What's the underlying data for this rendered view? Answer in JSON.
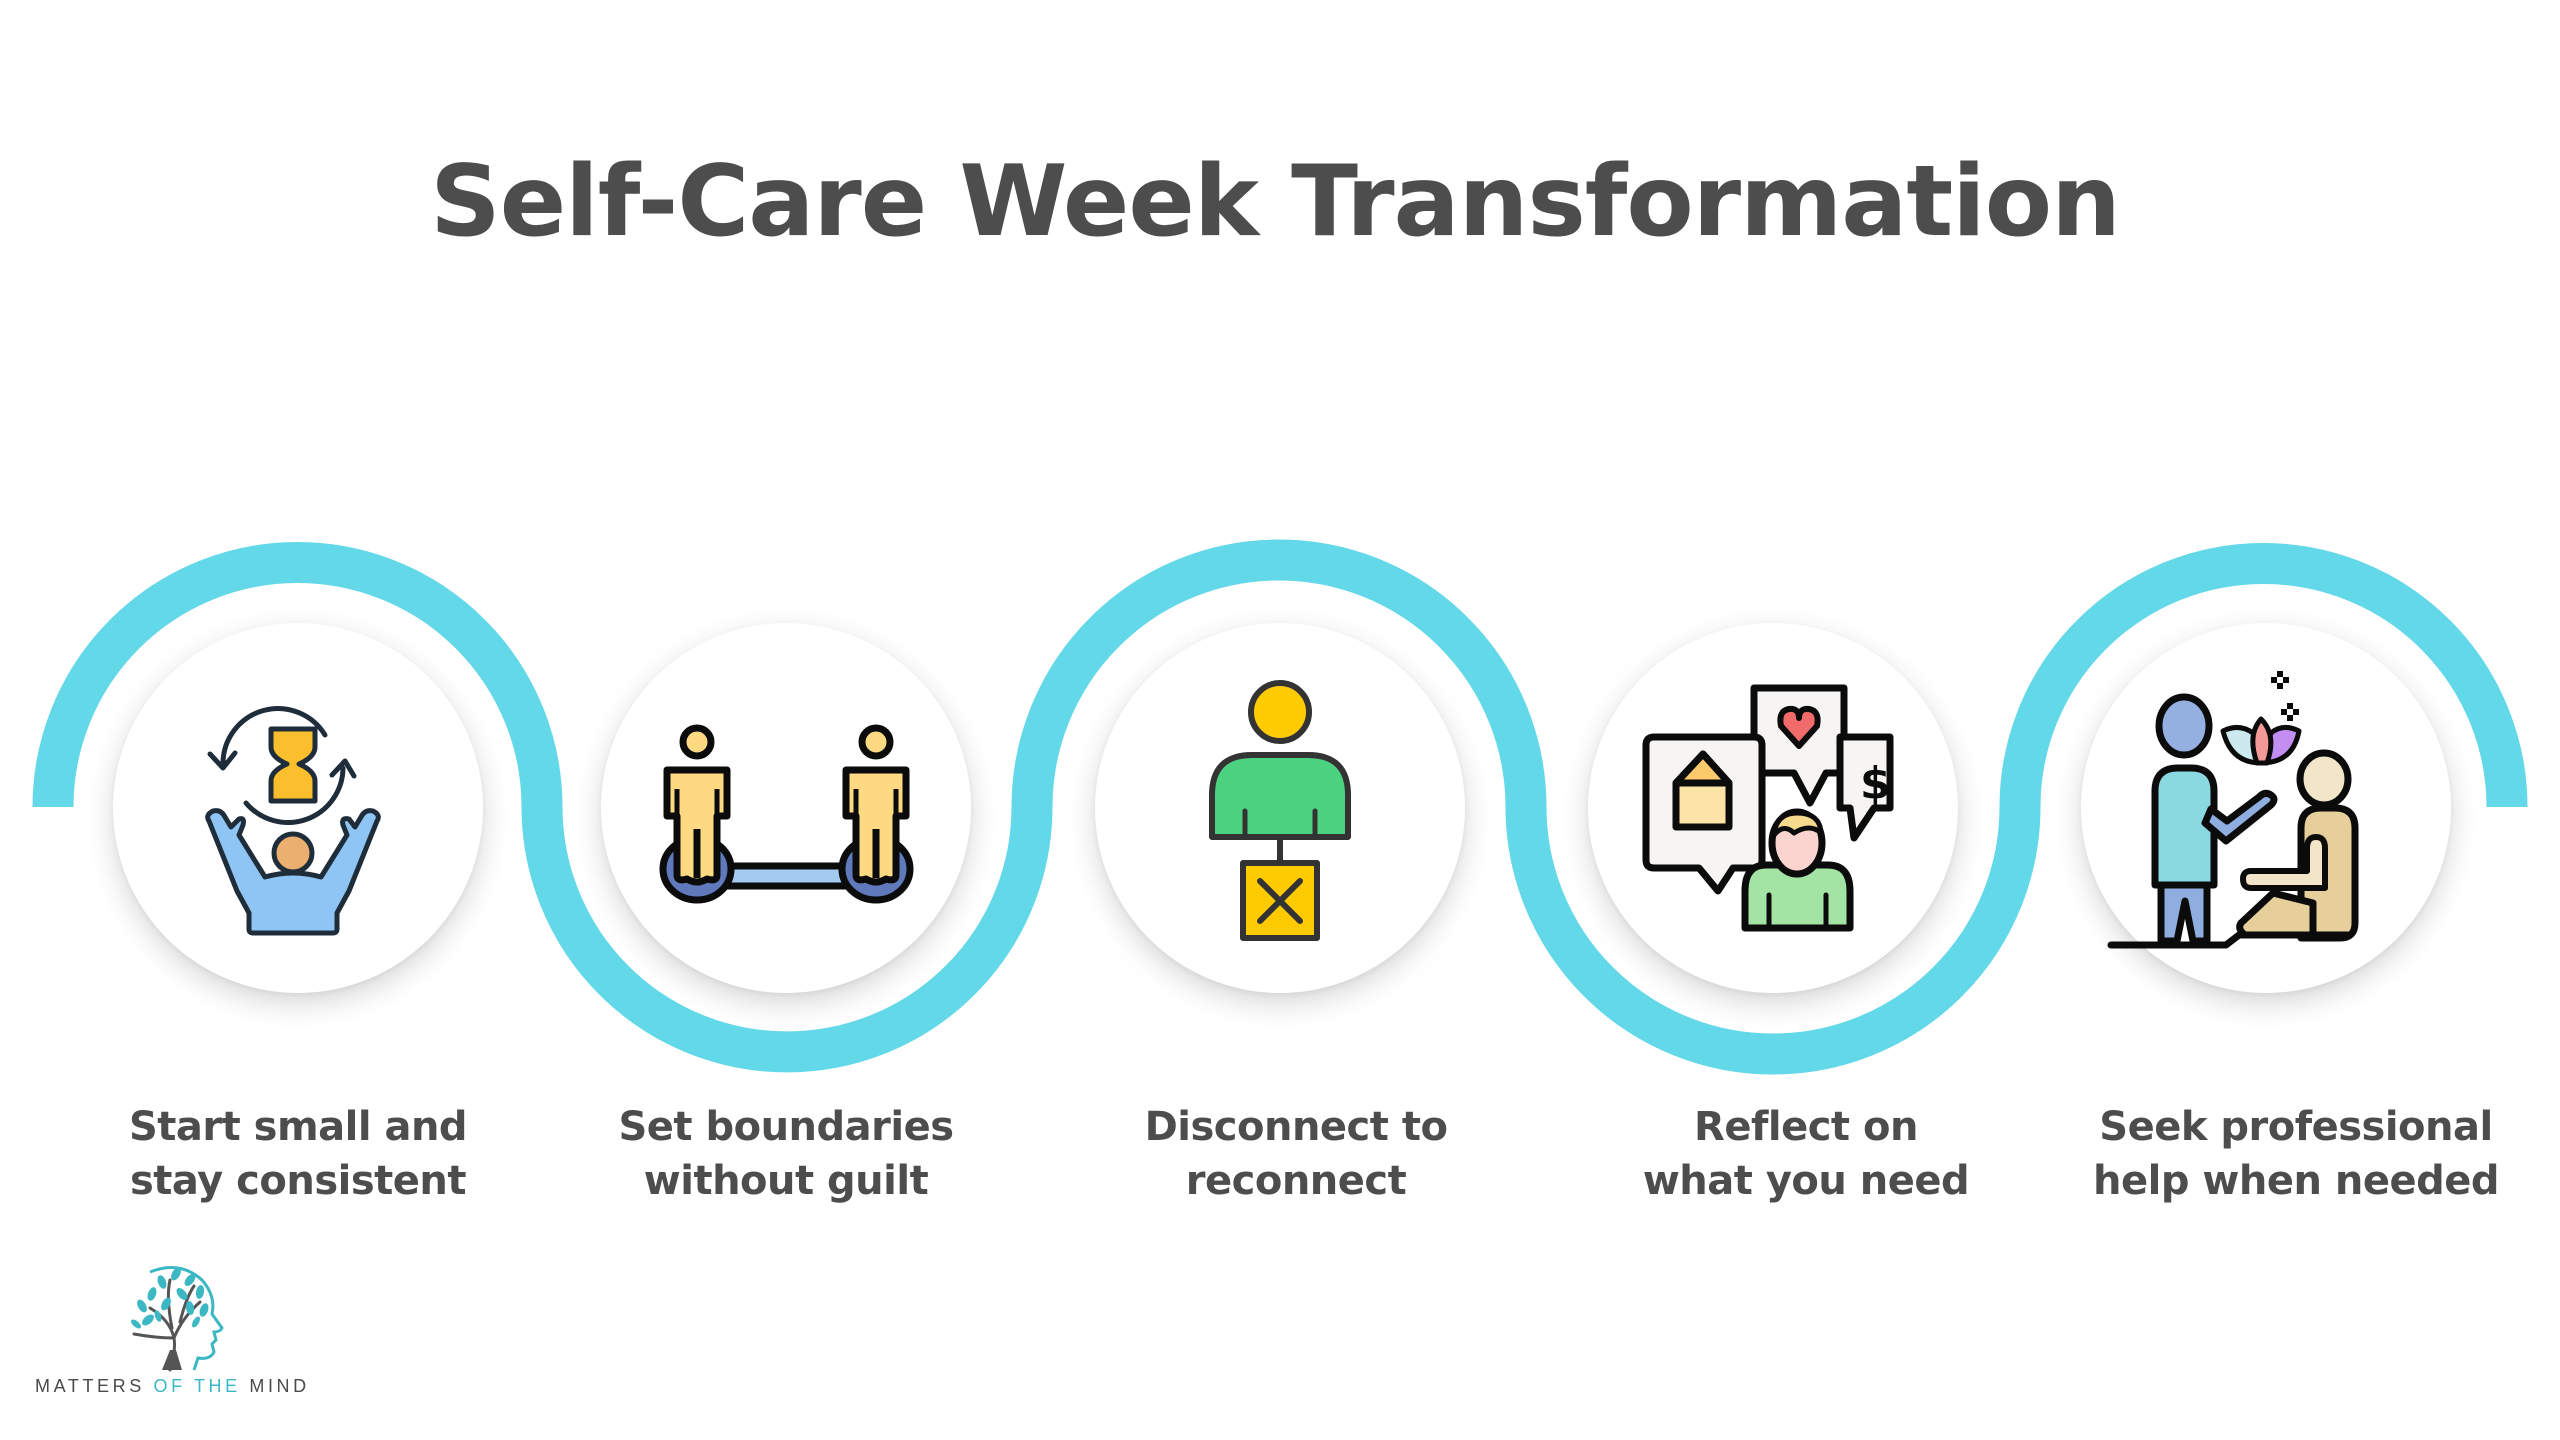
{
  "title": "Self-Care Week Transformation",
  "colors": {
    "title_text": "#4d4d4d",
    "label_text": "#4d4d4d",
    "wave": "#62d8e8",
    "circle_fill": "#ffffff",
    "logo_accent": "#3bb8c4",
    "logo_text": "#4a4a4a"
  },
  "steps": [
    {
      "icon": "hourglass-person-cycle-icon",
      "line1": "Start small and",
      "line2": "stay consistent"
    },
    {
      "icon": "two-people-boundary-icon",
      "line1": "Set boundaries",
      "line2": "without guilt"
    },
    {
      "icon": "person-disconnect-icon",
      "line1": "Disconnect to",
      "line2": "reconnect"
    },
    {
      "icon": "person-speech-bubbles-icon",
      "line1": "Reflect on",
      "line2": "what you need"
    },
    {
      "icon": "person-offering-lotus-icon",
      "line1": "Seek professional",
      "line2": "help when needed"
    }
  ],
  "logo": {
    "icon": "tree-head-logo-icon",
    "text_part1": "MATTERS ",
    "text_accent": "OF THE",
    "text_part2": " MIND"
  }
}
